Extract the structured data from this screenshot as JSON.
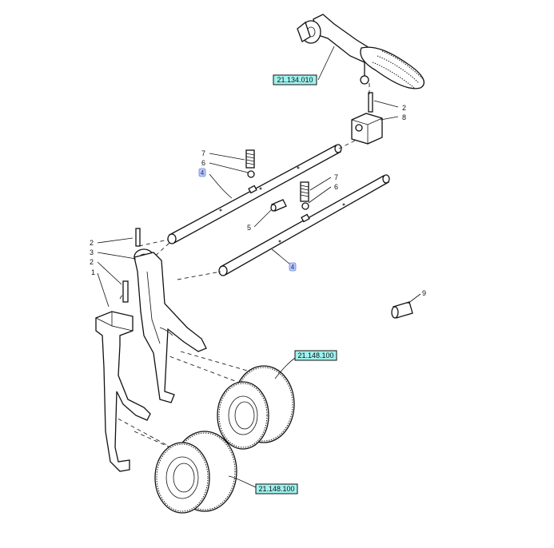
{
  "diagram": {
    "references": {
      "lever_assembly": "21.134.010",
      "synchronizer_upper": "21.148.100",
      "synchronizer_lower": "21.148.100"
    },
    "callouts": {
      "c2_top": "2",
      "c8": "8",
      "c7_left": "7",
      "c6_left": "6",
      "c4_upper": "4",
      "c7_right": "7",
      "c6_right": "6",
      "c5": "5",
      "c4_lower": "4",
      "c2_mid": "2",
      "c3": "3",
      "c2_low": "2",
      "c1": "1",
      "c9": "9"
    }
  }
}
